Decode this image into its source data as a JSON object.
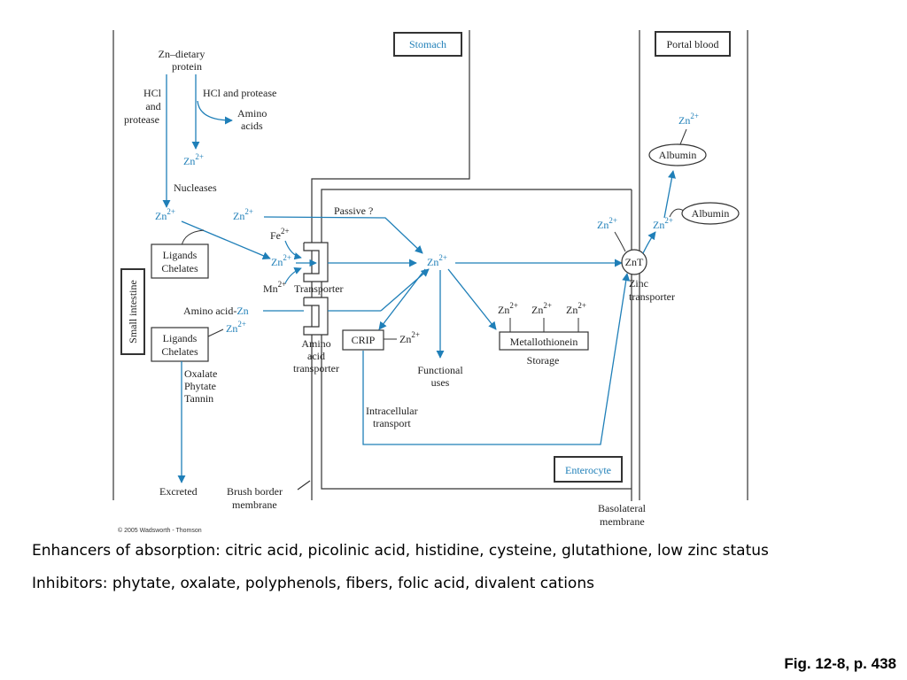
{
  "regions": {
    "stomach": "Stomach",
    "portal_blood": "Portal blood",
    "small_intestine": "Small intestine",
    "enterocyte": "Enterocyte"
  },
  "labels": {
    "zn_dietary_protein_1": "Zn–dietary",
    "zn_dietary_protein_2": "protein",
    "hcl_and_protease_left_1": "HCl",
    "hcl_and_protease_left_2": "and",
    "hcl_and_protease_left_3": "protease",
    "hcl_and_protease_right": "HCl and protease",
    "amino_acids_1": "Amino",
    "amino_acids_2": "acids",
    "nucleases": "Nucleases",
    "ligands_chelates_1": "Ligands",
    "ligands_chelates_2": "Chelates",
    "fe": "Fe",
    "mn": "Mn",
    "transporter": "Transporter",
    "passive": "Passive ?",
    "amino_acid_zn_prefix": "Amino acid-",
    "amino_acid_zn_suffix": "Zn",
    "amino_acid_transporter_1": "Amino",
    "amino_acid_transporter_2": "acid",
    "amino_acid_transporter_3": "transporter",
    "crip": "CRIP",
    "functional_uses_1": "Functional",
    "functional_uses_2": "uses",
    "metallothionein": "Metallothionein",
    "storage": "Storage",
    "intracellular_transport_1": "Intracellular",
    "intracellular_transport_2": "transport",
    "znt": "ZnT",
    "zinc_transporter_1": "Zinc",
    "zinc_transporter_2": "transporter",
    "albumin": "Albumin",
    "oxalate": "Oxalate",
    "phytate": "Phytate",
    "tannin": "Tannin",
    "excreted": "Excreted",
    "brush_border_1": "Brush border",
    "brush_border_2": "membrane",
    "basolateral_1": "Basolateral",
    "basolateral_2": "membrane",
    "zn": "Zn",
    "two_plus": "2+",
    "copyright": "© 2005 Wadsworth - Thomson"
  },
  "caption": {
    "enhancers": "Enhancers of absorption:  citric acid, picolinic acid, histidine, cysteine, glutathione, low zinc status",
    "inhibitors": "Inhibitors:  phytate, oxalate, polyphenols, fibers, folic acid, divalent cations",
    "figure_ref": "Fig. 12-8, p. 438"
  },
  "colors": {
    "zinc_blue": "#1f7fb8",
    "line": "#333333"
  }
}
